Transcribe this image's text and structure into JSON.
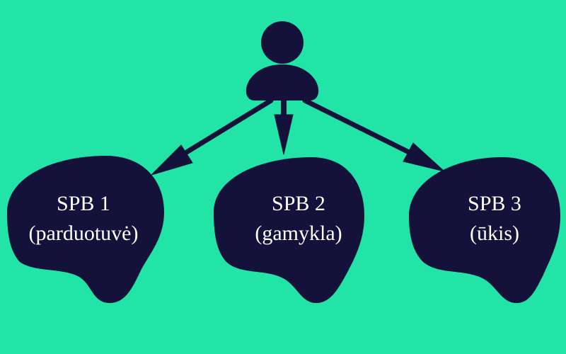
{
  "colors": {
    "background": "#22e4a6",
    "shape": "#14123a",
    "text": "#ffffff"
  },
  "person": {
    "icon": "person-icon"
  },
  "nodes": [
    {
      "title": "SPB 1",
      "subtitle": "(parduotuvė)"
    },
    {
      "title": "SPB 2",
      "subtitle": "(gamykla)"
    },
    {
      "title": "SPB 3",
      "subtitle": "(ūkis)"
    }
  ]
}
